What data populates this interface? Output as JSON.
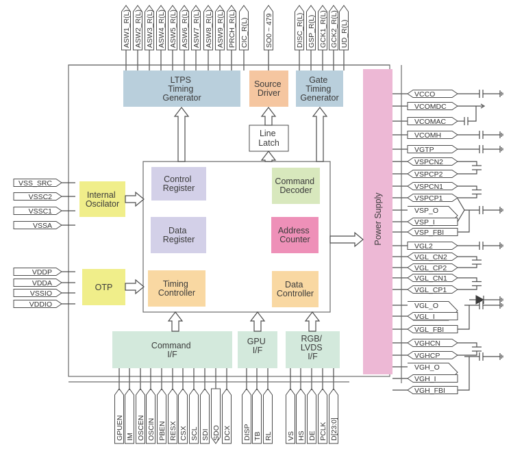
{
  "colors": {
    "ltps": "#b9cfdc",
    "source_driver": "#f5c6a0",
    "gate_timing": "#b9cfdc",
    "power_supply": "#edb8d5",
    "register": "#d3d0e8",
    "command_decoder": "#d8e8bd",
    "address_counter": "#ee90b8",
    "controller": "#f9d8a2",
    "oscillator": "#f0ee8a",
    "interface": "#d3e9dc",
    "line_latch": "#ffffff"
  },
  "blocks": {
    "ltps": [
      "LTPS",
      "Timing",
      "Generator"
    ],
    "source_driver": [
      "Source",
      "Driver"
    ],
    "gate_timing": [
      "Gate",
      "Timing",
      "Generator"
    ],
    "line_latch": [
      "Line",
      "Latch"
    ],
    "control_register": [
      "Control",
      "Register"
    ],
    "data_register": [
      "Data",
      "Register"
    ],
    "timing_controller": [
      "Timing",
      "Controller"
    ],
    "command_decoder": [
      "Command",
      "Decoder"
    ],
    "address_counter": [
      "Address",
      "Counter"
    ],
    "data_controller": [
      "Data",
      "Controller"
    ],
    "internal_oscillator": [
      "Internal",
      "Oscilator"
    ],
    "otp": [
      "OTP"
    ],
    "command_if": [
      "Command",
      "I/F"
    ],
    "gpu_if": [
      "GPU",
      "I/F"
    ],
    "rgb_lvds_if": [
      "RGB/",
      "LVDS",
      "I/F"
    ],
    "power_supply": "Power Supply"
  },
  "top_pins": {
    "ltps": [
      "ASW1_R(L)",
      "ASW2_R(L)",
      "ASW3_R(L)",
      "ASW4_R(L)",
      "ASW5_R(L)",
      "ASW6_R(L)",
      "ASW7_R(L)",
      "ASW8_R(L)",
      "ASW9_R(L)",
      "PRCH_R(L)",
      "CIC_R(L)"
    ],
    "source": [
      "SO0 ~ 479"
    ],
    "gate": [
      "DISC_R(L)",
      "GSP_R(L)",
      "GCK1_R(L)",
      "GCK2_R(L)",
      "UD_R(L)"
    ]
  },
  "left_pins": {
    "oscillator_group": [
      "VSS_SRC",
      "VSSC2",
      "VSSC1",
      "VSSA"
    ],
    "otp_group": [
      "VDDP",
      "VDDA",
      "VSSIO",
      "VDDIO"
    ]
  },
  "right_pins": [
    "VCCO",
    "VCOMDC",
    "VCOMAC",
    "VCOMH",
    "VGTP",
    "VSPCN2",
    "VSPCP2",
    "VSPCN1",
    "VSPCP1",
    "VSP_O",
    "VSP_I",
    "VSP_FBI",
    "VGL2",
    "VGL_CN2",
    "VGL_CP2",
    "VGL_CN1",
    "VGL_CP1",
    "VGL_O",
    "VGL_I",
    "VGL_FBI",
    "VGHCN",
    "VGHCP",
    "VGH_O",
    "VGH_I",
    "VGH_FBI"
  ],
  "bottom_pins": {
    "command_if": [
      "GPUEN",
      "IM",
      "OSCEN",
      "OSCIN",
      "PBEN",
      "RESX",
      "CSX",
      "SCL",
      "SDI",
      "SDO",
      "DCX"
    ],
    "gpu_if": [
      "DISP",
      "TB",
      "RL"
    ],
    "rgb_if": [
      "VS",
      "HS",
      "DE",
      "PCLK",
      "D[23:0]"
    ]
  }
}
